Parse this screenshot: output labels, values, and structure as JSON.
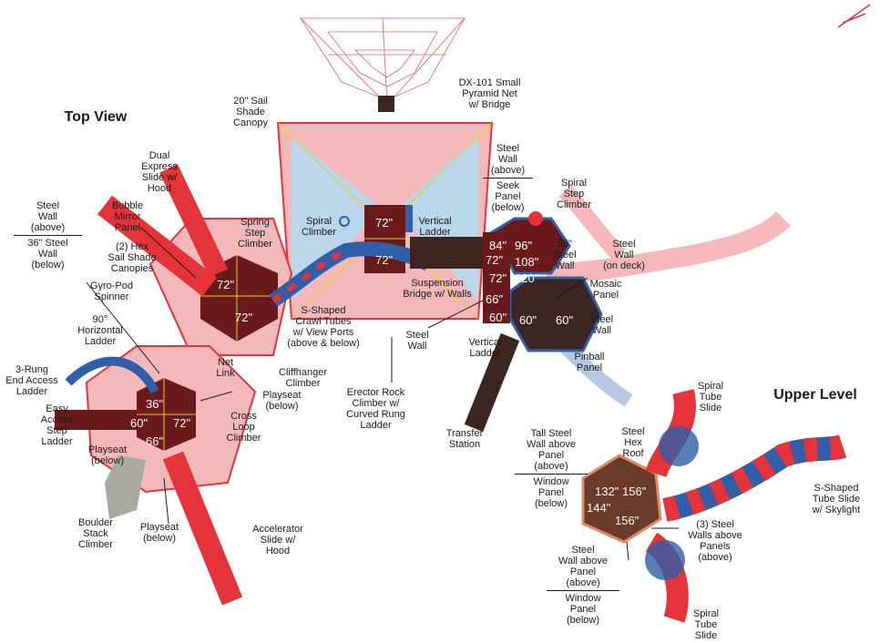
{
  "titles": {
    "top_view": "Top View",
    "upper_level": "Upper Level"
  },
  "colors": {
    "red": "#e5333a",
    "pink": "#f2b8ba",
    "light_blue": "#b9d6ea",
    "blue": "#2f5fa8",
    "dark_red": "#6a1a1a",
    "dark_brown": "#3b2622",
    "gray": "#a9a9a0",
    "yellow": "#e6d21a"
  },
  "labels": {
    "dx101": "DX-101 Small\nPyramid Net\nw/ Bridge",
    "sail_shade_20": "20\" Sail\nShade\nCanopy",
    "dual_express": "Dual\nExpress\nSlide w/\nHood",
    "bubble_mirror": "Bubble\nMirror\nPanel",
    "hex_sail": "(2) Hex\nSail Shade\nCanopies",
    "gyro_pod": "Gyro-Pod\nSpinner",
    "spring_step": "Spring\nStep\nClimber",
    "spiral_climber": "Spiral\nClimber",
    "vertical_ladder_top": "Vertical\nLadder",
    "spiral_step": "Spiral\nStep\nClimber",
    "steel_wall_55": "55\"\nSteel\nWall",
    "steel_wall_deck": "Steel\nWall\n(on deck)",
    "mosaic_panel": "Mosaic\nPanel",
    "steel_wall_right": "Steel\nWall",
    "pinball_panel": "Pinball\nPanel",
    "suspension_bridge": "Suspension\nBridge w/ Walls",
    "s_shaped_crawl": "S-Shaped\nCrawl Tubes\nw/ View Ports\n(above & below)",
    "steel_wall_mid": "Steel\nWall",
    "vertical_ladder_mid": "Vertical\nLadder",
    "horizontal_ladder": "90°\nHorizontal\nLadder",
    "three_rung": "3-Rung\nEnd Access\nLadder",
    "net_link": "Net\nLink",
    "cliffhanger": "Cliffhanger\nClimber",
    "playseat_right": "Playseat\n(below)",
    "erector_rock": "Erector Rock\nClimber w/\nCurved Rung\nLadder",
    "easy_access": "Easy\nAccess\nStep\nLadder",
    "playseat_left": "Playseat\n(below)",
    "cross_loop": "Cross\nLoop\nClimber",
    "transfer_station": "Transfer\nStation",
    "boulder_stack": "Boulder\nStack\nClimber",
    "playseat_bottom": "Playseat\n(below)",
    "accelerator": "Accelerator\nSlide w/\nHood",
    "spiral_tube_top": "Spiral\nTube\nSlide",
    "steel_hex_roof": "Steel\nHex\nRoof",
    "s_shaped_tube": "S-Shaped\nTube Slide\nw/ Skylight",
    "three_steel_walls": "(3) Steel\nWalls above\nPanels\n(above)",
    "spiral_tube_bottom": "Spiral\nTube\nSlide"
  },
  "split_labels": {
    "steel_wall_left": {
      "top": "Steel\nWall\n(above)",
      "bottom": "36\" Steel\nWall\n(below)"
    },
    "steel_wall_seek": {
      "top": "Steel\nWall\n(above)",
      "bottom": "Seek\nPanel\n(below)"
    },
    "tall_steel_wall": {
      "top": "Tall Steel\nWall above\nPanel\n(above)",
      "bottom": "Window\nPanel\n(below)"
    },
    "steel_wall_panel": {
      "top": "Steel\nWall above\nPanel\n(above)",
      "bottom": "Window\nPanel\n(below)"
    }
  },
  "deck_heights": {
    "left_hex_top": "72\"",
    "left_hex_bottom": "72\"",
    "top_square_upper": "72\"",
    "top_square_lower": "72\"",
    "low_hex_top": "36\"",
    "low_hex_left": "60\"",
    "low_hex_right": "72\"",
    "low_hex_bottom": "66\"",
    "right_84": "84\"",
    "right_96": "96\"",
    "right_72a": "72\"",
    "right_108": "108\"",
    "right_72b": "72\"",
    "right_120": "120\"",
    "right_66": "66\"",
    "right_60a": "60\"",
    "right_60b": "60\"",
    "right_60c": "60\"",
    "upper_132": "132\"",
    "upper_156a": "156\"",
    "upper_144": "144\"",
    "upper_156b": "156\""
  }
}
